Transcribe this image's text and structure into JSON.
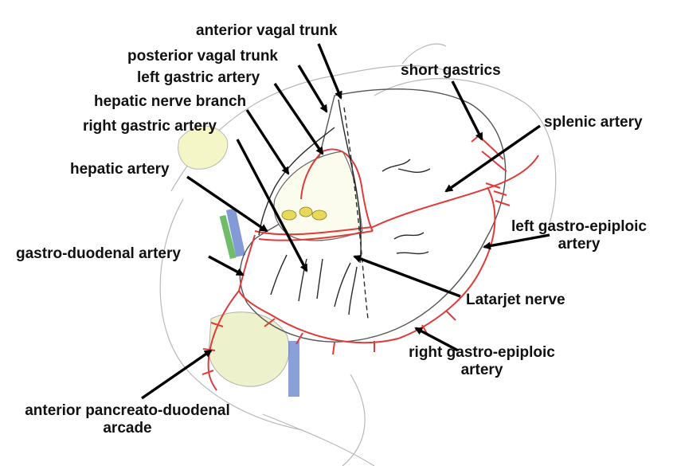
{
  "colors": {
    "artery": "#e03a3a",
    "nerve": "#2a2a2a",
    "sketch": "#9a9a9a",
    "liver_fill": "#f4f6c8",
    "gallbladder_fill": "#f0f0a0",
    "vein_blue": "#5a78c8",
    "duct_green": "#4cab44",
    "node_yellow": "#e8d95a",
    "arrow": "#000000"
  },
  "labels": {
    "anterior_vagal_trunk": "anterior vagal trunk",
    "posterior_vagal_trunk": "posterior vagal trunk",
    "left_gastric_artery": "left gastric artery",
    "hepatic_nerve_branch": "hepatic nerve branch",
    "right_gastric_artery": "right gastric artery",
    "hepatic_artery": "hepatic artery",
    "gastro_duodenal_artery": "gastro-duodenal artery",
    "short_gastrics": "short gastrics",
    "splenic_artery": "splenic artery",
    "left_gastro_epiploic_artery": [
      "left gastro-epiploic",
      "artery"
    ],
    "latarjet_nerve": "Latarjet nerve",
    "right_gastro_epiploic_artery": [
      "right gastro-epiploic",
      "artery"
    ],
    "anterior_pancreato_duodenal_arcade": [
      "anterior pancreato-duodenal",
      "arcade"
    ]
  }
}
